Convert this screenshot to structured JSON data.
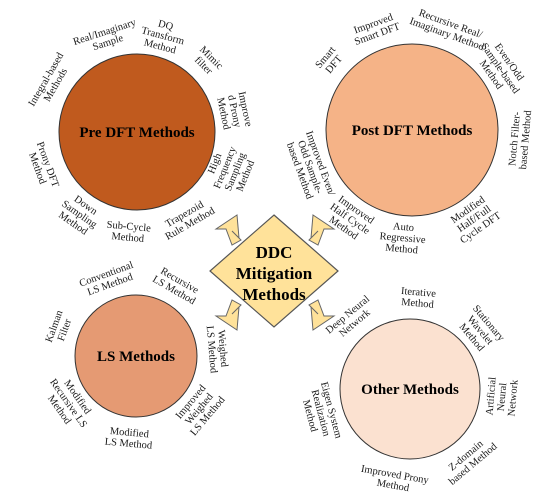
{
  "center": {
    "lines": [
      "DDC",
      "Mitigation",
      "Methods"
    ],
    "fill": "#ffe29a"
  },
  "clusters": [
    {
      "id": "pre-dft",
      "title": "Pre DFT Methods",
      "fill": "#c05a1e",
      "labels": [
        {
          "lines": [
            "Real/Imaginary",
            "Sample"
          ]
        },
        {
          "lines": [
            "DQ",
            "Transform",
            "Method"
          ]
        },
        {
          "lines": [
            "Mimic",
            "filter"
          ]
        },
        {
          "lines": [
            "Improve",
            "d Prony",
            "Method"
          ]
        },
        {
          "lines": [
            "High",
            "Frequency",
            "Sampling",
            "Method"
          ]
        },
        {
          "lines": [
            "Trapezoid",
            "Rule Method"
          ]
        },
        {
          "lines": [
            "Sub-Cycle",
            "Method"
          ]
        },
        {
          "lines": [
            "Down",
            "Sampling",
            "Method"
          ]
        },
        {
          "lines": [
            "Prony DFT",
            "Method"
          ]
        },
        {
          "lines": [
            "Integral-based",
            "Methods"
          ]
        }
      ]
    },
    {
      "id": "post-dft",
      "title": "Post DFT Methods",
      "fill": "#f5b387",
      "labels": [
        {
          "lines": [
            "Improved",
            "Smart DFT"
          ]
        },
        {
          "lines": [
            "Recursive Real/",
            "Imaginary Method"
          ]
        },
        {
          "lines": [
            "Even/Odd",
            "Sample-based",
            "Method"
          ]
        },
        {
          "lines": [
            "Notch Filter-",
            "based Method"
          ]
        },
        {
          "lines": [
            "Modified",
            "Half/Full",
            "Cycle DFT"
          ]
        },
        {
          "lines": [
            "Auto",
            "Regressive",
            "Method"
          ]
        },
        {
          "lines": [
            "Improved",
            "Half Cycle",
            "Method"
          ]
        },
        {
          "lines": [
            "Improved Even/",
            "Odd Sample-",
            "based Method"
          ]
        },
        {
          "lines": [
            "Smart",
            "DFT"
          ]
        }
      ]
    },
    {
      "id": "ls",
      "title": "LS Methods",
      "fill": "#e59a73",
      "labels": [
        {
          "lines": [
            "Conventional",
            "LS Method"
          ]
        },
        {
          "lines": [
            "Recursive",
            "LS Method"
          ]
        },
        {
          "lines": [
            "Weighed",
            "LS Method"
          ]
        },
        {
          "lines": [
            "Improved",
            "Weighed",
            "LS Method"
          ]
        },
        {
          "lines": [
            "Modified",
            "LS Method"
          ]
        },
        {
          "lines": [
            "Modified",
            "Recursive LS",
            "Method"
          ]
        },
        {
          "lines": [
            "Kalman",
            "Filter"
          ]
        }
      ]
    },
    {
      "id": "other",
      "title": "Other Methods",
      "fill": "#fbe1d0",
      "labels": [
        {
          "lines": [
            "Iterative",
            "Method"
          ]
        },
        {
          "lines": [
            "Stationary",
            "Wavelet",
            "Method"
          ]
        },
        {
          "lines": [
            "Artificial",
            "Neural",
            "Network"
          ]
        },
        {
          "lines": [
            "Z-domain",
            "based Method"
          ]
        },
        {
          "lines": [
            "Improved Prony",
            "Method"
          ]
        },
        {
          "lines": [
            "Eigen System",
            "Realization",
            "Method"
          ]
        },
        {
          "lines": [
            "Deep Neural",
            "Network"
          ]
        }
      ]
    }
  ]
}
